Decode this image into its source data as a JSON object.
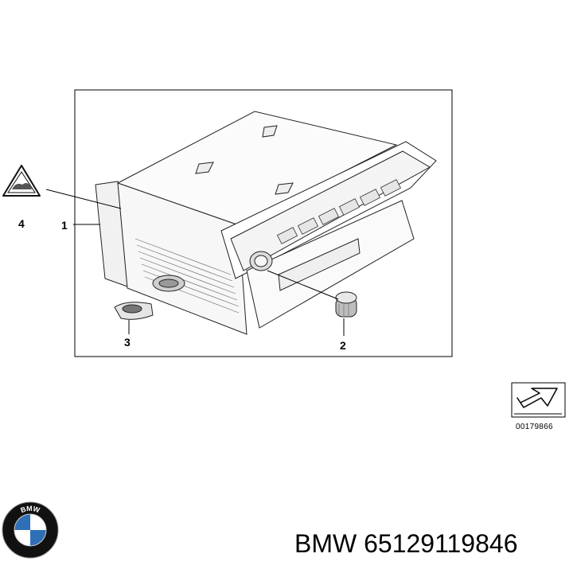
{
  "diagram": {
    "callouts": {
      "part1": "1",
      "part2": "2",
      "part3": "3",
      "part4": "4"
    },
    "reference_code": "00179866"
  },
  "caption": {
    "brand": "BMW",
    "part_number": "65129119846",
    "full_text": "BMW 65129119846"
  },
  "logo": {
    "icon": "bmw-roundel-icon",
    "letters": "BMW",
    "colors": {
      "blue": "#2f6fb6",
      "white": "#ffffff",
      "black": "#111111"
    }
  }
}
